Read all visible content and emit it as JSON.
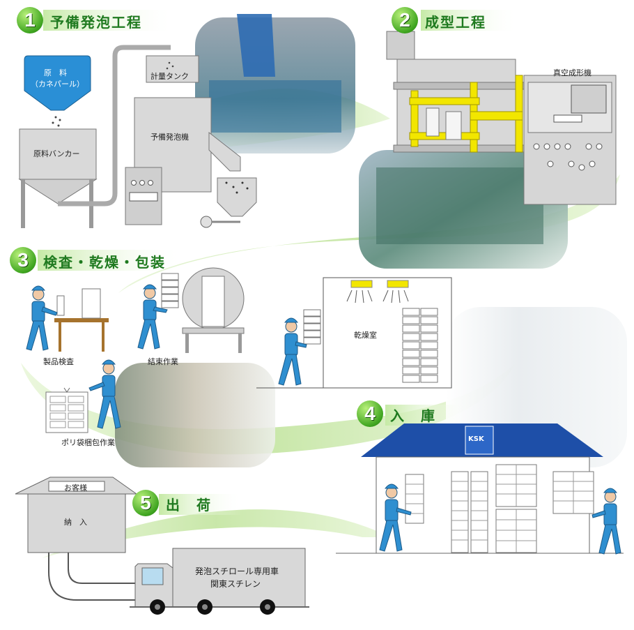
{
  "steps": [
    {
      "num": "1",
      "title": "予備発泡工程"
    },
    {
      "num": "2",
      "title": "成型工程"
    },
    {
      "num": "3",
      "title": "検査・乾燥・包装"
    },
    {
      "num": "4",
      "title": "入　庫"
    },
    {
      "num": "5",
      "title": "出　荷"
    }
  ],
  "labels": {
    "raw_material_line1": "原　料",
    "raw_material_line2": "（カネパール）",
    "raw_hopper": "原料バンカー",
    "metering_tank": "計量タンク",
    "pre_expander": "予備発泡機",
    "vacuum_molder": "真空成形機",
    "product_inspection": "製品検査",
    "binding_work": "結束作業",
    "drying_room": "乾燥室",
    "poly_packing": "ポリ袋梱包作業",
    "customer": "お客様",
    "delivery": "納　入",
    "truck_line1": "発泡スチロール専用車",
    "truck_line2": "関東スチレン",
    "warehouse_sign": "KSK"
  },
  "colors": {
    "step_green": "#1f7a1f",
    "path_green": "#cfe9b0",
    "machine_gray": "#d9d9d9",
    "hopper_blue": "#2a8fd6",
    "clamp_yellow": "#f2e600",
    "roof_blue": "#1e4fa8",
    "worker_blue": "#2f8fd0"
  }
}
